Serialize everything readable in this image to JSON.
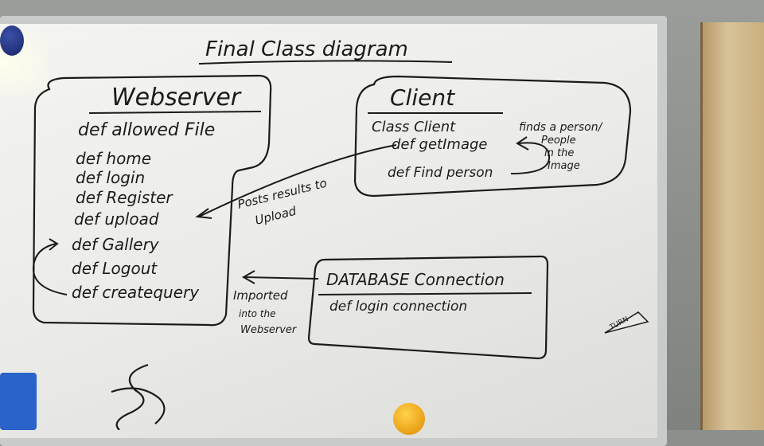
{
  "title": "Final Class diagram",
  "webserver": {
    "name": "Webserver",
    "methods": [
      "def allowed File",
      "def home",
      "def login",
      "def Register",
      "def upload",
      "def Gallery",
      "def Logout",
      "def createquery"
    ]
  },
  "client": {
    "name": "Client",
    "lines": [
      "Class Client",
      "def getImage",
      "def Find person"
    ],
    "note": [
      "finds a person/",
      "People",
      "in the",
      "Image"
    ]
  },
  "arrow_client_upload": [
    "Posts results to",
    "Upload"
  ],
  "database": {
    "name": "DATABASE Connection",
    "methods": [
      "def login connection"
    ]
  },
  "arrow_db_webserver": [
    "Imported",
    "into the",
    "Webserver"
  ],
  "corner_label": "TURN"
}
